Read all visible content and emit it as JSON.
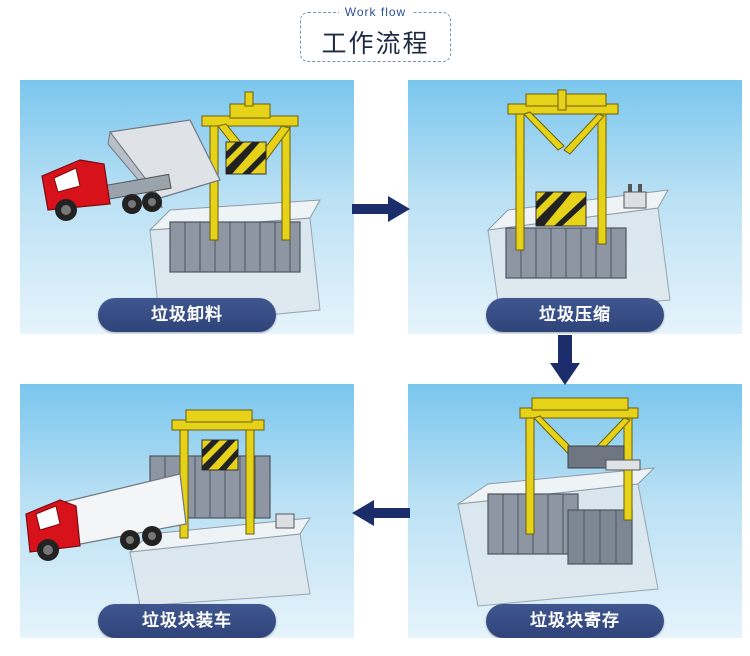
{
  "header": {
    "subtitle": "Work flow",
    "title": "工作流程"
  },
  "stages": [
    {
      "label": "垃圾卸料"
    },
    {
      "label": "垃圾压缩"
    },
    {
      "label": "垃圾块寄存"
    },
    {
      "label": "垃圾块装车"
    }
  ],
  "colors": {
    "frame_yellow": "#e7d21a",
    "truck_red": "#d8121b",
    "label_bg": "#34497f",
    "arrow": "#1c2d6b"
  },
  "icons": [
    "arrow-right-icon",
    "arrow-down-icon",
    "arrow-left-icon"
  ]
}
